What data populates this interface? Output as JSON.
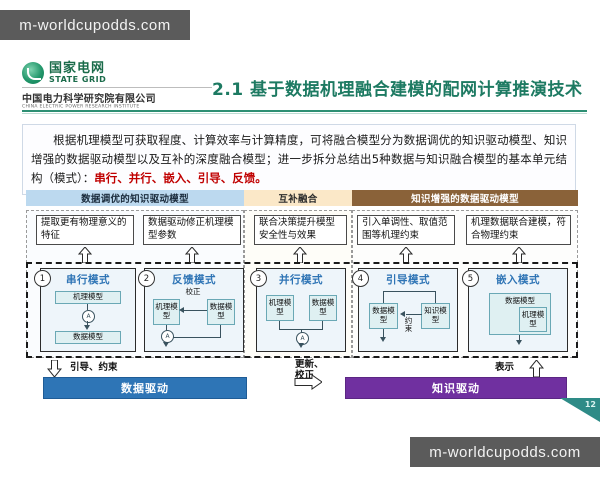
{
  "watermark": {
    "top": "m-worldcupodds.com",
    "bottom": "m-worldcupodds.com"
  },
  "logo": {
    "company_cn": "国家电网",
    "company_en": "STATE GRID",
    "institute_cn": "中国电力科学研究院有限公司",
    "institute_en": "CHINA ELECTRIC POWER RESEARCH INSTITUTE"
  },
  "header": {
    "title": "2.1 基于数据机理融合建模的配网计算推演技术",
    "accent_color": "#1d7a62"
  },
  "paragraph": {
    "part1": "根据机理模型可获取程度、计算效率与计算精度，可将融合模型分为数据调优的知识驱动模型、知识增强的数据驱动模型以及互补的深度融合模型；进一步拆分总结出5种数据与知识融合模型的基本单元结构（模式）：",
    "highlight": "串行、并行、嵌入、引导、反馈。",
    "highlight_color": "#c00000"
  },
  "diagram": {
    "category_headers": [
      {
        "label": "数据调优的知识驱动模型",
        "color": "#bcd9ef",
        "text_color": "#1b2c3d"
      },
      {
        "label": "互补融合",
        "color": "#fbe8c8",
        "text_color": "#2b2b2b"
      },
      {
        "label": "知识增强的数据驱动模型",
        "color": "#8a6239",
        "text_color": "#ffffff"
      }
    ],
    "descriptions": [
      "提取更有物理意义的特征",
      "数据驱动修正机理模型参数",
      "联合决策提升模型安全性与效果",
      "引入单调性、取值范围等机理约束",
      "机理数据联合建模，符合物理约束"
    ],
    "modes": [
      {
        "number": "1",
        "title": "串行模式",
        "boxes": [
          "机理模型",
          "数据模型"
        ],
        "node_label": "A"
      },
      {
        "number": "2",
        "title": "反馈模式",
        "boxes": [
          "机理模型",
          "数据模型"
        ],
        "edge_label": "校正",
        "node_label": "A"
      },
      {
        "number": "3",
        "title": "并行模式",
        "boxes": [
          "机理模型",
          "数据模型"
        ],
        "node_label": "A"
      },
      {
        "number": "4",
        "title": "引导模式",
        "boxes": [
          "数据模型",
          "知识模型"
        ],
        "edge_label": "约束"
      },
      {
        "number": "5",
        "title": "嵌入模式",
        "boxes": [
          "数据模型",
          "机理模型"
        ]
      }
    ]
  },
  "bottom": {
    "data_banner": "数据驱动",
    "data_banner_color": "#2e75b6",
    "knowledge_banner": "知识驱动",
    "knowledge_banner_color": "#7030a0",
    "label_guide": "引导、约束",
    "label_update": "更新、\n校正",
    "label_update_line1": "更新、",
    "label_update_line2": "校正",
    "label_express": "表示"
  },
  "page_number": "12"
}
